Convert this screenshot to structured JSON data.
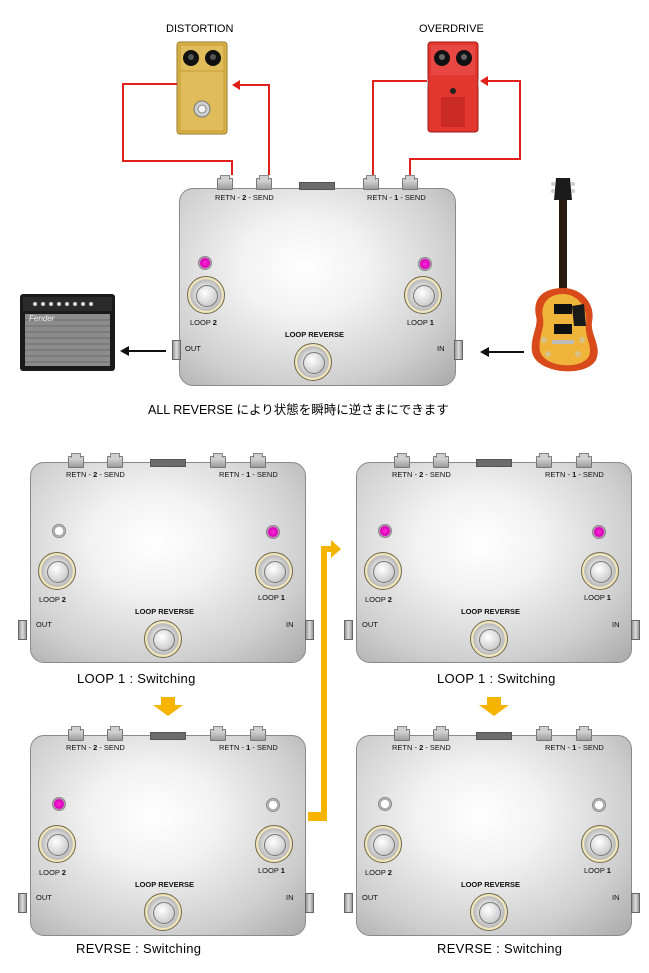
{
  "top": {
    "distortion_label": "DISTORTION",
    "overdrive_label": "OVERDRIVE",
    "retn2": "RETN - ",
    "n2": "2",
    "send2": " - SEND",
    "retn1": "RETN - ",
    "n1": "1",
    "send1": " - SEND",
    "loop2": "LOOP ",
    "loop2n": "2",
    "loop1": "LOOP ",
    "loop1n": "1",
    "loop_reverse": "LOOP  REVERSE",
    "out": "OUT",
    "in": "IN",
    "amp_brand": "Fender",
    "description": "ALL REVERSE により状態を瞬時に逆さまにできます"
  },
  "panels": [
    {
      "caption": "LOOP 1 : Switching",
      "led_left": "off",
      "led_right": "on"
    },
    {
      "caption": "LOOP 1 : Switching",
      "led_left": "on",
      "led_right": "on"
    },
    {
      "caption": "REVRSE : Switching",
      "led_left": "on",
      "led_right": "off"
    },
    {
      "caption": "REVRSE : Switching",
      "led_left": "off",
      "led_right": "off"
    }
  ],
  "panel_labels": {
    "retn2": "RETN - ",
    "n2": "2",
    "send2": " - SEND",
    "retn1": "RETN - ",
    "n1": "1",
    "send1": " - SEND",
    "loop2": "LOOP ",
    "loop2n": "2",
    "loop1": "LOOP ",
    "loop1n": "1",
    "loop_reverse": "LOOP  REVERSE",
    "out": "OUT",
    "in": "IN"
  },
  "colors": {
    "cable": "#e0201b",
    "flow_arrow": "#f5b400",
    "led_on": "#e600c4",
    "distortion_pedal": "#d8b24a",
    "overdrive_pedal": "#e23a33"
  }
}
